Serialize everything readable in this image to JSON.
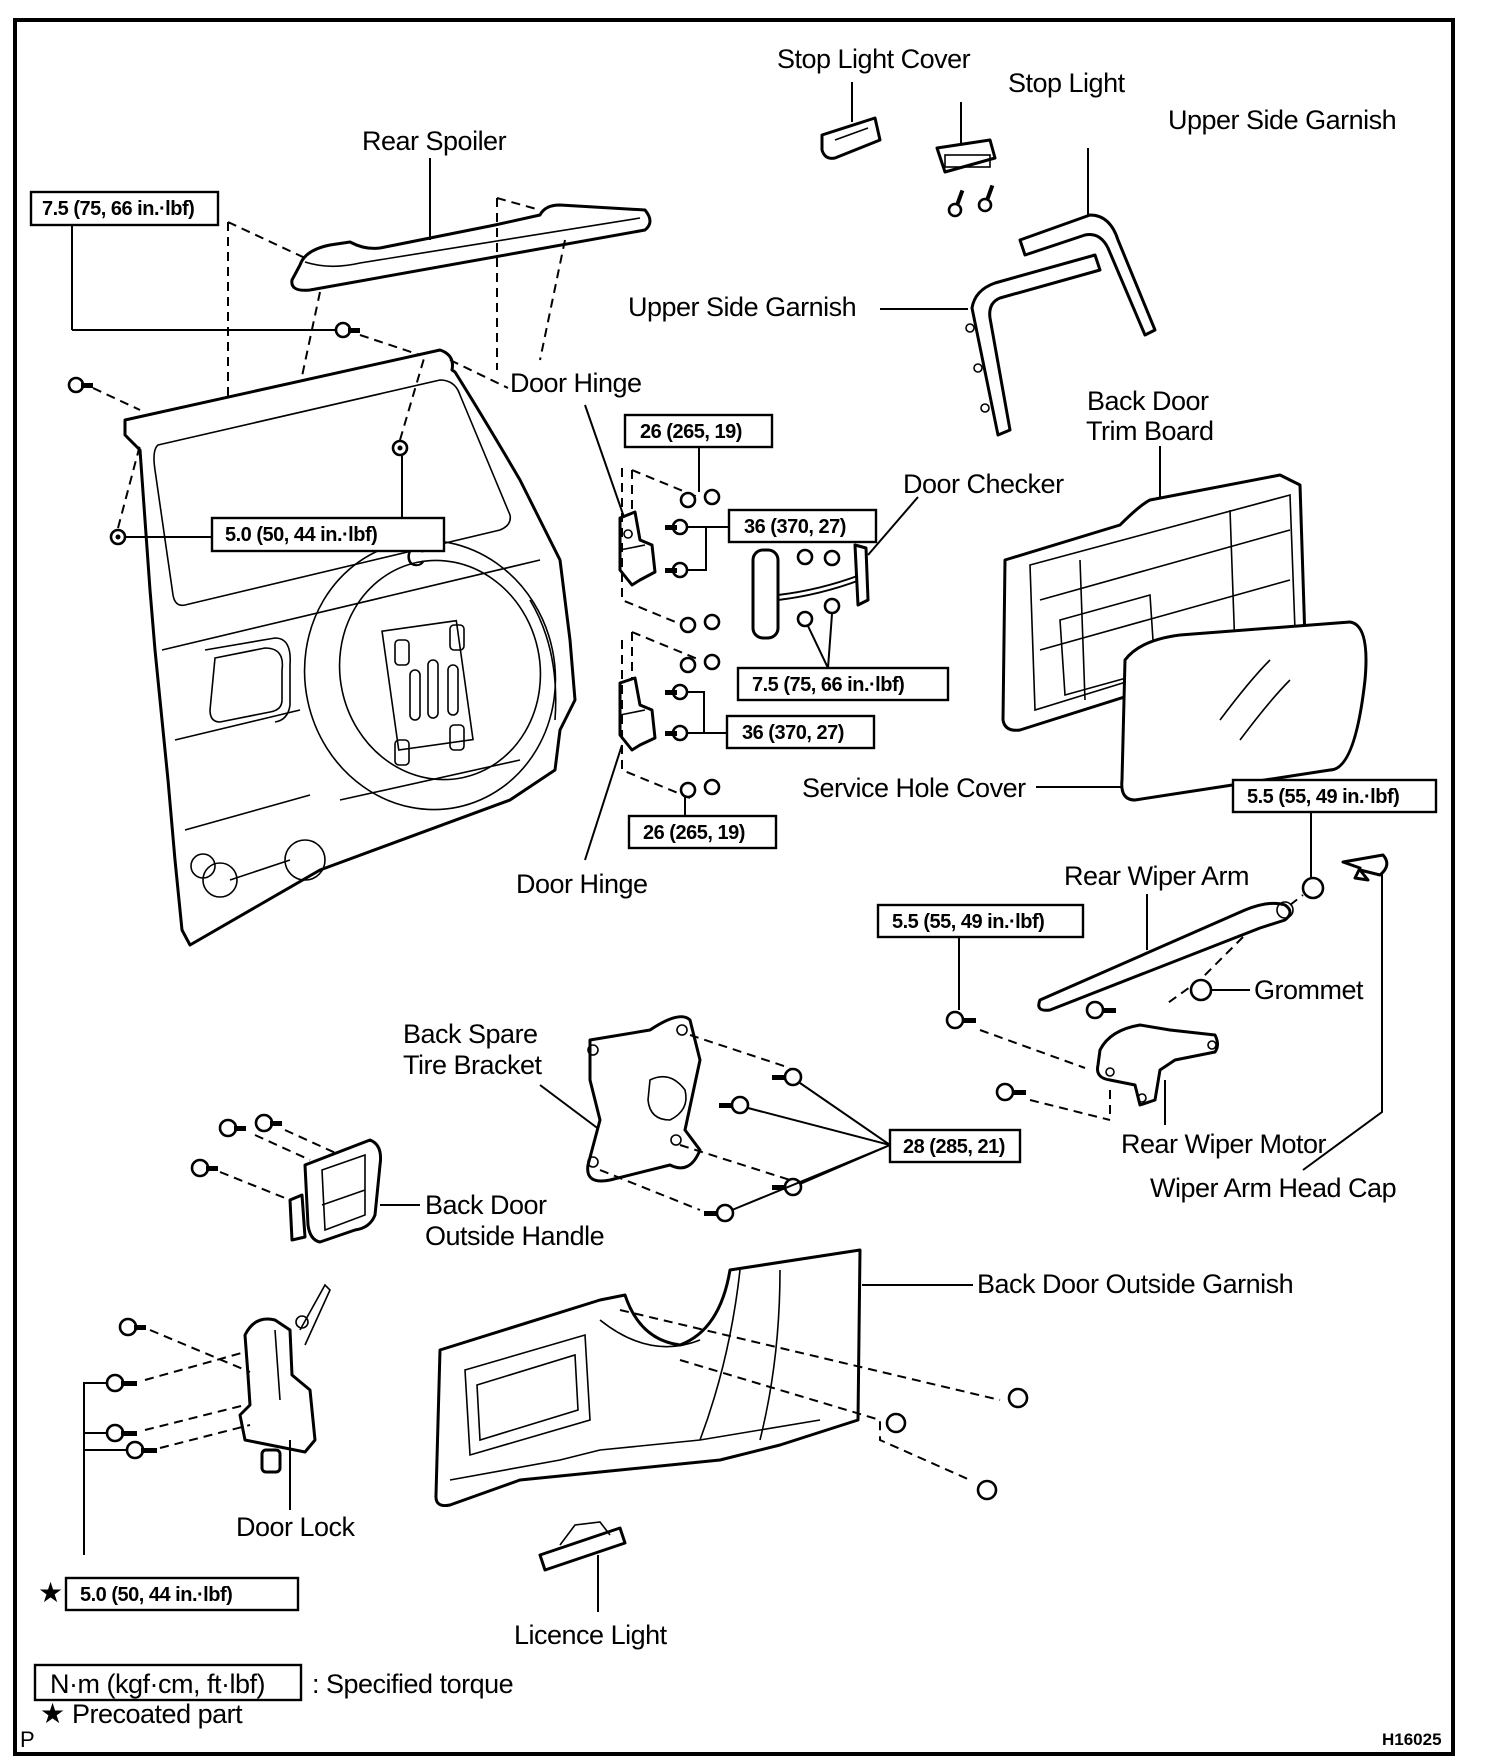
{
  "diagram": {
    "figure_code": "H16025",
    "corner_mark": "P",
    "parts": {
      "rear_spoiler": "Rear Spoiler",
      "stop_light_cover": "Stop Light Cover",
      "stop_light": "Stop Light",
      "upper_side_garnish_right": "Upper Side Garnish",
      "upper_side_garnish_left": "Upper Side Garnish",
      "door_hinge_upper": "Door Hinge",
      "door_hinge_lower": "Door Hinge",
      "back_door_trim_board_line1": "Back Door",
      "back_door_trim_board_line2": "Trim Board",
      "door_checker": "Door Checker",
      "service_hole_cover": "Service Hole Cover",
      "rear_wiper_arm": "Rear Wiper Arm",
      "grommet": "Grommet",
      "rear_wiper_motor": "Rear Wiper Motor",
      "wiper_arm_head_cap": "Wiper Arm Head Cap",
      "back_spare_tire_bracket_line1": "Back Spare",
      "back_spare_tire_bracket_line2": "Tire Bracket",
      "back_door_outside_handle_line1": "Back Door",
      "back_door_outside_handle_line2": "Outside Handle",
      "back_door_outside_garnish": "Back Door Outside Garnish",
      "door_lock": "Door Lock",
      "licence_light": "Licence Light"
    },
    "torque_specs": {
      "spoiler_bolts": "7.5 (75, 66 in.·lbf)",
      "glass_nuts": "5.0 (50, 44 in.·lbf)",
      "hinge_upper_body": "26 (265, 19)",
      "hinge_upper_door": "36 (370, 27)",
      "door_checker": "7.5 (75, 66 in.·lbf)",
      "hinge_lower_door": "36 (370, 27)",
      "hinge_lower_body": "26 (265, 19)",
      "wiper_arm_nut": "5.5 (55, 49 in.·lbf)",
      "wiper_motor_bolts": "5.5 (55, 49 in.·lbf)",
      "spare_tire_bracket": "28 (285, 21)",
      "door_lock_screws": "5.0 (50, 44 in.·lbf)"
    },
    "precoated_marker": "★",
    "legend": {
      "torque_unit_box": "N·m (kgf·cm, ft·lbf)",
      "torque_unit_desc": ": Specified torque",
      "precoated_symbol": "★",
      "precoated_desc": "Precoated part"
    }
  }
}
